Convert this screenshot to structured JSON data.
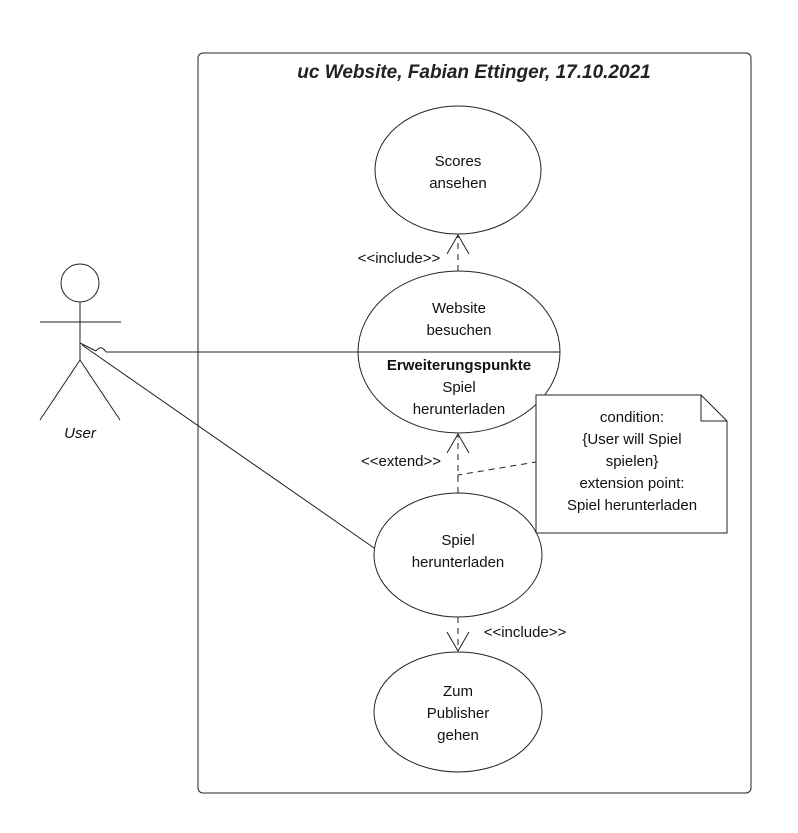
{
  "system": {
    "title": "uc Website, Fabian Ettinger, 17.10.2021"
  },
  "actor": {
    "name": "User"
  },
  "use_cases": {
    "scores": {
      "line1": "Scores",
      "line2": "ansehen"
    },
    "website": {
      "line1": "Website",
      "line2": "besuchen",
      "ext_header": "Erweiterungspunkte",
      "ext1": "Spiel",
      "ext2": "herunterladen"
    },
    "download": {
      "line1": "Spiel",
      "line2": "herunterladen"
    },
    "publisher": {
      "line1": "Zum",
      "line2": "Publisher",
      "line3": "gehen"
    }
  },
  "relations": {
    "include_scores": "<<include>>",
    "extend_download": "<<extend>>",
    "include_publisher": "<<include>>"
  },
  "note": {
    "line1": "condition:",
    "line2": "{User will Spiel",
    "line3": "spielen}",
    "line4": "extension point:",
    "line5": "Spiel herunterladen"
  },
  "colors": {
    "stroke": "#222222",
    "fill": "#ffffff"
  }
}
